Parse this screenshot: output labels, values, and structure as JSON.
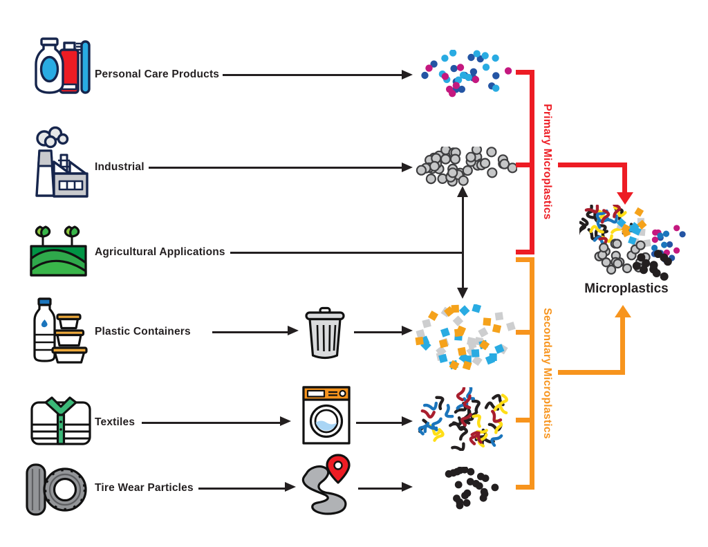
{
  "sources": [
    {
      "label": "Personal Care Products",
      "icon": "personal-care-icon",
      "intermediate": null,
      "output_cluster": "microbeads-cluster",
      "category": "primary"
    },
    {
      "label": "Industrial",
      "icon": "factory-icon",
      "intermediate": null,
      "output_cluster": "pellets-cluster",
      "category": "primary"
    },
    {
      "label": "Agricultural Applications",
      "icon": "crops-field-icon",
      "intermediate": null,
      "output_cluster": "pellets-and-fragments",
      "category": "primary-and-secondary"
    },
    {
      "label": "Plastic Containers",
      "icon": "plastic-containers-icon",
      "intermediate": "trash-can-icon",
      "output_cluster": "fragments-cluster",
      "category": "secondary"
    },
    {
      "label": "Textiles",
      "icon": "folded-shirt-icon",
      "intermediate": "washing-machine-icon",
      "output_cluster": "microfibers-cluster",
      "category": "secondary"
    },
    {
      "label": "Tire Wear Particles",
      "icon": "tire-icon",
      "intermediate": "road-location-icon",
      "output_cluster": "tire-particles-cluster",
      "category": "secondary"
    }
  ],
  "categories": {
    "primary": {
      "label": "Primary Microplastics",
      "color": "#ED1C24"
    },
    "secondary": {
      "label": "Secondary Microplastics",
      "color": "#F7941D"
    }
  },
  "result": {
    "label": "Microplastics"
  },
  "colors": {
    "ink": "#231F20",
    "bead_dark_blue": "#2455A4",
    "bead_light_blue": "#29ABE2",
    "bead_magenta": "#C4187F",
    "pellet_gray": "#C6C7C8",
    "pellet_stroke": "#3E3E40",
    "fragment_gray": "#CDCECF",
    "fragment_blue": "#29ABE2",
    "fragment_orange": "#F5A21B",
    "fiber_black": "#231F20",
    "fiber_yellow": "#FFDE17",
    "fiber_blue": "#1B75BC",
    "fiber_dark_red": "#A81E2E",
    "particle_black": "#231F20"
  }
}
